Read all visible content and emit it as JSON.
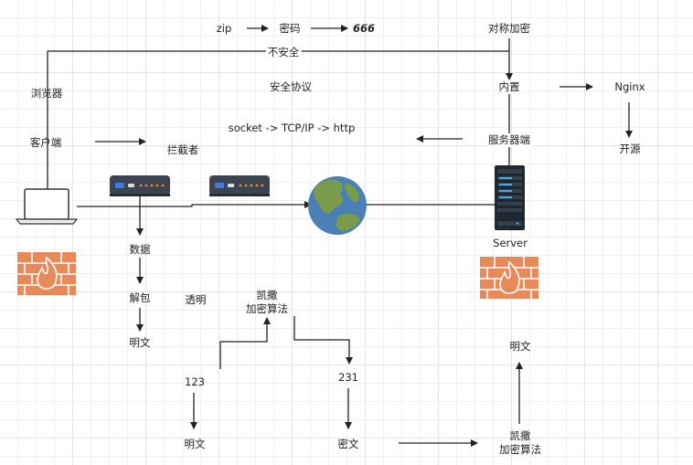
{
  "labels": {
    "zip": "zip",
    "mima": "密码",
    "six": "666",
    "duichen": "对称加密",
    "buanquan": "不安全",
    "liulanqi": "浏览器",
    "anquan": "安全协议",
    "neizhi": "内置",
    "nginx": "Nginx",
    "kehuduan": "客户端",
    "socket": "socket -> TCP/IP -> http",
    "fuwuqi": "服务器端",
    "lanjiezhe": "拦截者",
    "kaiyuan": "开源",
    "server": "Server",
    "shuju": "数据",
    "jiebao": "解包",
    "touming": "透明",
    "kaisa1_l1": "凯撒",
    "kaisa1_l2": "加密算法",
    "mingwen1": "明文",
    "mingwen_right": "明文",
    "n123": "123",
    "n231": "231",
    "mingwen2": "明文",
    "miwen": "密文",
    "kaisa2_l1": "凯撒",
    "kaisa2_l2": "加密算法"
  },
  "icons": [
    "laptop-icon",
    "router-icon",
    "router-icon",
    "globe-icon",
    "server-icon",
    "firewall-icon",
    "firewall-icon"
  ],
  "colors": {
    "line": "#222222",
    "firewall": "#e8895a",
    "globe_water": "#4a7fb8",
    "globe_land": "#7a9c4a",
    "router": "#3c4452"
  }
}
